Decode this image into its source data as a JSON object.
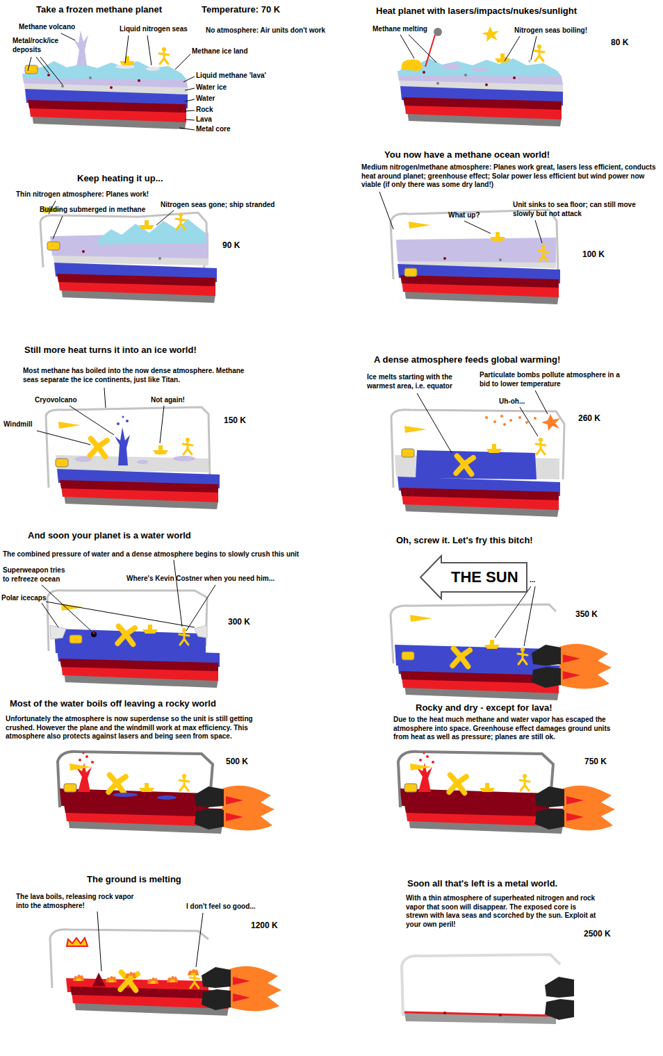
{
  "diagram": {
    "nodes": [
      {
        "text": [
          "THE SUN"
        ]
      }
    ],
    "labels": [
      "Take a frozen methane planet",
      "Temperature: 70 K",
      "Methane volcano",
      "Liquid nitrogen seas",
      "No atmosphere: Air units don't work",
      "Metal/rock/ice deposits",
      "Methane ice land",
      "Liquid methane 'lava'",
      "Water ice",
      "Water",
      "Rock",
      "Lava",
      "Metal core",
      "Heat planet with lasers/impacts/nukes/sunlight",
      "Methane melting",
      "Nitrogen seas boiling!",
      "80 K",
      "Keep heating it up...",
      "Thin nitrogen atmosphere: Planes work!",
      "Building submerged in methane",
      "Nitrogen seas gone; ship stranded",
      "90 K",
      "You now have a methane ocean world!",
      "Medium nitrogen/methane atmosphere: Planes work great, lasers less efficient, conducts heat around planet; greenhouse effect; Solar power less efficient but wind power now viable (if only there was some dry land!)",
      "What up?",
      "Unit sinks to sea floor; can still move slowly but not attack",
      "100 K",
      "Still more heat turns it into an ice world!",
      "Most methane has boiled into the now dense atmosphere. Methane seas separate the ice continents, just like Titan.",
      "Cryovolcano",
      "Not again!",
      "Windmill",
      "150 K",
      "A dense atmosphere feeds global warming!",
      "Ice melts starting with the warmest area, i.e. equator",
      "Particulate bombs pollute atmosphere in a bid to lower temperature",
      "Uh-oh...",
      "260 K",
      "And soon your planet is a water world",
      "The combined pressure of water and a dense atmosphere begins to slowly crush this unit",
      "Superweapon tries to refreeze ocean",
      "Where's Kevin Costner when you need him...",
      "Polar icecaps",
      "300 K",
      "Oh, screw it. Let's fry this bitch!",
      "...",
      "350 K",
      "Most of the water boils off leaving a rocky world",
      "Unfortunately the atmosphere is now superdense so the unit is still getting crushed. However the plane and the windmill work at max efficiency. This atmosphere also protects against lasers and being seen from space.",
      "500 K",
      "Rocky and dry - except for lava!",
      "Due to the heat much methane and water vapor has escaped the atmosphere into space. Greenhouse effect damages ground units from heat as well as pressure; planes are still ok.",
      "750 K",
      "The ground is melting",
      "The lava boils, releasing rock vapor into the atmosphere!",
      "I don't feel so good...",
      "1200 K",
      "Soon all that's left is a metal world.",
      "With a thin atmosphere of superheated nitrogen and rock vapor that soon will disappear. The exposed core is strewn with lava seas and scorched by the sun. Exploit at your own peril!",
      "2500 K"
    ]
  }
}
